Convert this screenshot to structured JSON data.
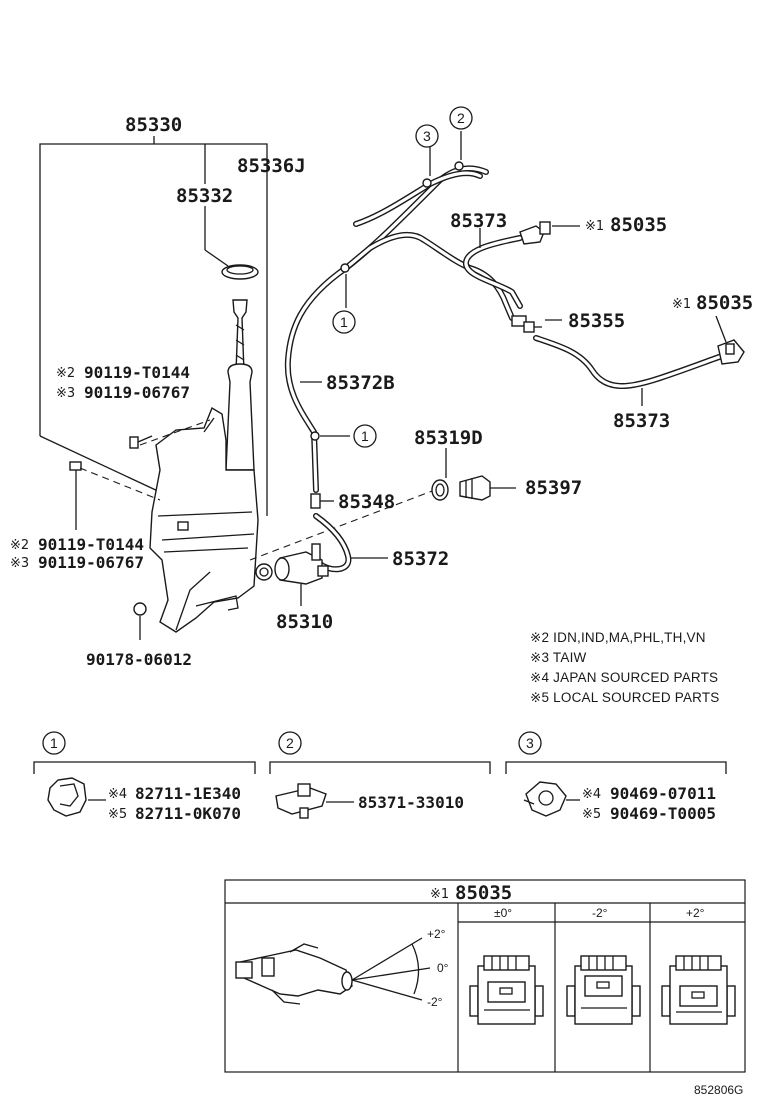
{
  "callouts": {
    "p85330": "85330",
    "p85336J": "85336J",
    "p85332": "85332",
    "p85373_top": "85373",
    "p85035_a": "85035",
    "p85355": "85355",
    "p85035_b": "85035",
    "p85372B": "85372B",
    "p85373_right": "85373",
    "p85319D": "85319D",
    "p85397": "85397",
    "p85348": "85348",
    "p85372": "85372",
    "p85310": "85310",
    "p90178": "90178-06012",
    "bolt_upper_a": "90119-T0144",
    "bolt_upper_b": "90119-06767",
    "bolt_lower_a": "90119-T0144",
    "bolt_lower_b": "90119-06767"
  },
  "marks": {
    "m1": "※1",
    "m2": "※2",
    "m3": "※3",
    "m4": "※4",
    "m5": "※5"
  },
  "circle_labels": [
    "1",
    "2",
    "3"
  ],
  "legend": [
    "※2 IDN,IND,MA,PHL,TH,VN",
    "※3 TAIW",
    "※4 JAPAN SOURCED PARTS",
    "※5 LOCAL SOURCED PARTS"
  ],
  "detail_sections": [
    {
      "num": "1",
      "line1": "82711-1E340",
      "line2": "82711-0K070"
    },
    {
      "num": "2",
      "line1": "85371-33010"
    },
    {
      "num": "3",
      "line1": "90469-07011",
      "line2": "90469-T0005"
    }
  ],
  "nozzle_table": {
    "title": "85035",
    "columns": [
      "±0°",
      "-2°",
      "+2°"
    ],
    "angle_labels": [
      "+2°",
      "0°",
      "-2°"
    ]
  },
  "figure_code": "852806G"
}
